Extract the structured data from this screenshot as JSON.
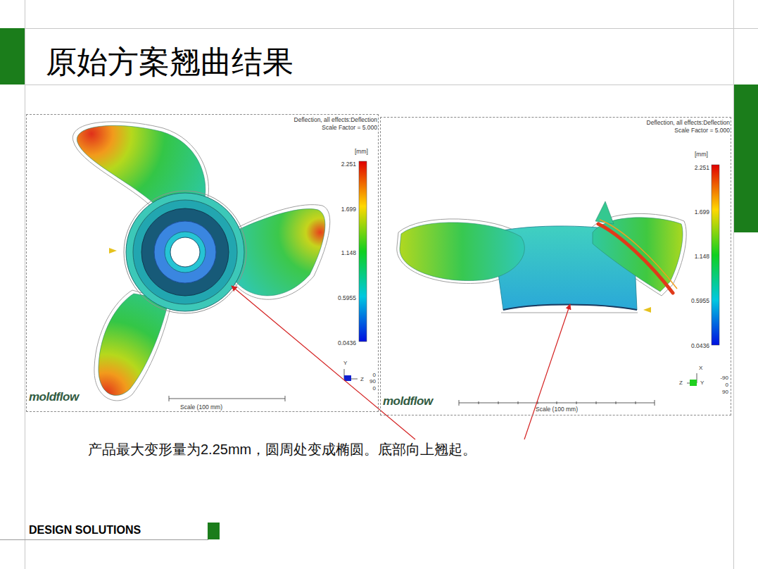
{
  "diagram": {
    "title": "原始方案翘曲结果",
    "caption": "产品最大变形量为2.25mm，圆周处变成椭圆。底部向上翘起。",
    "nodes": [
      {
        "text": [
          "Deflection, all effects:Deflection",
          "Scale Factor = 5.000",
          "[mm]",
          "2.251",
          "1.699",
          "1.148",
          "0.5955",
          "0.0436",
          "Y",
          "Z",
          "0",
          "90",
          "0",
          "moldflow",
          "Scale (100 mm)"
        ]
      },
      {
        "text": [
          "Deflection, all effects:Deflection",
          "Scale Factor = 5.000",
          "[mm]",
          "2.251",
          "1.699",
          "1.148",
          "0.5955",
          "0.0436",
          "X",
          "Z",
          "Y",
          "-90",
          "0",
          "90",
          "moldflow",
          "Scale (100 mm)"
        ]
      }
    ],
    "labels": [
      "DESIGN SOLUTIONS"
    ]
  }
}
